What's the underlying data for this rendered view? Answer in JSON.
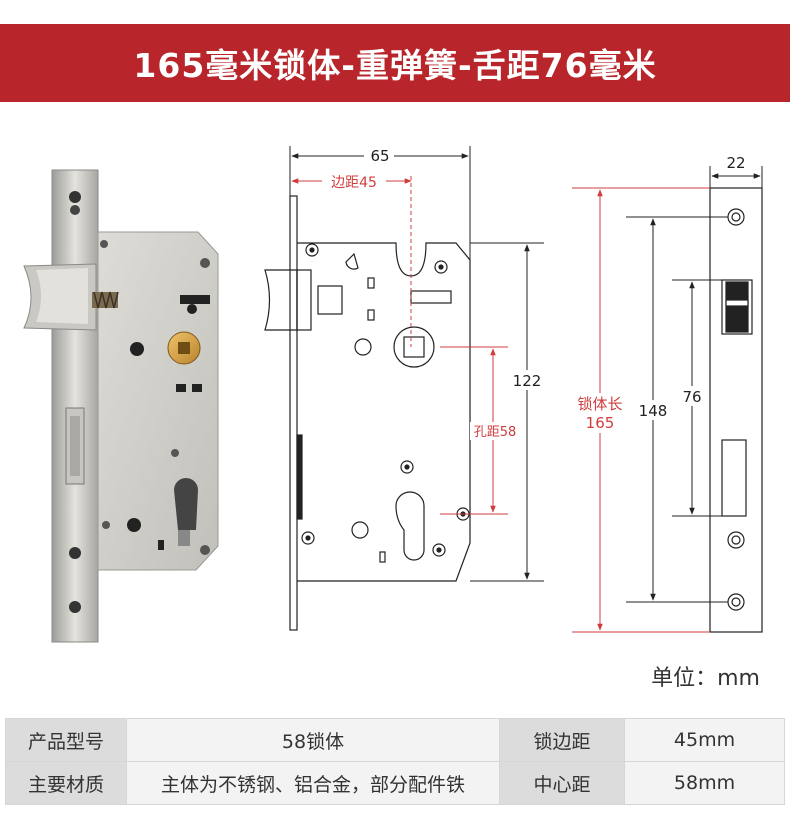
{
  "title": "165毫米锁体-重弹簧-舌距76毫米",
  "dimensions": {
    "width_65": "65",
    "backset_label": "边距45",
    "height_122": "122",
    "hole_label": "孔距58",
    "face_width": "22",
    "lock_length_label": "锁体长",
    "lock_length_value": "165",
    "screw_spacing": "148",
    "bolt_spacing": "76"
  },
  "unit": "单位：mm",
  "specs": [
    {
      "label": "产品型号",
      "value": "58锁体",
      "label2": "锁边距",
      "value2": "45mm"
    },
    {
      "label": "主要材质",
      "value": "主体为不锈钢、铝合金，部分配件铁",
      "label2": "中心距",
      "value2": "58mm"
    }
  ],
  "colors": {
    "banner": "#b8262c",
    "dimension_red": "#d03c3c"
  }
}
